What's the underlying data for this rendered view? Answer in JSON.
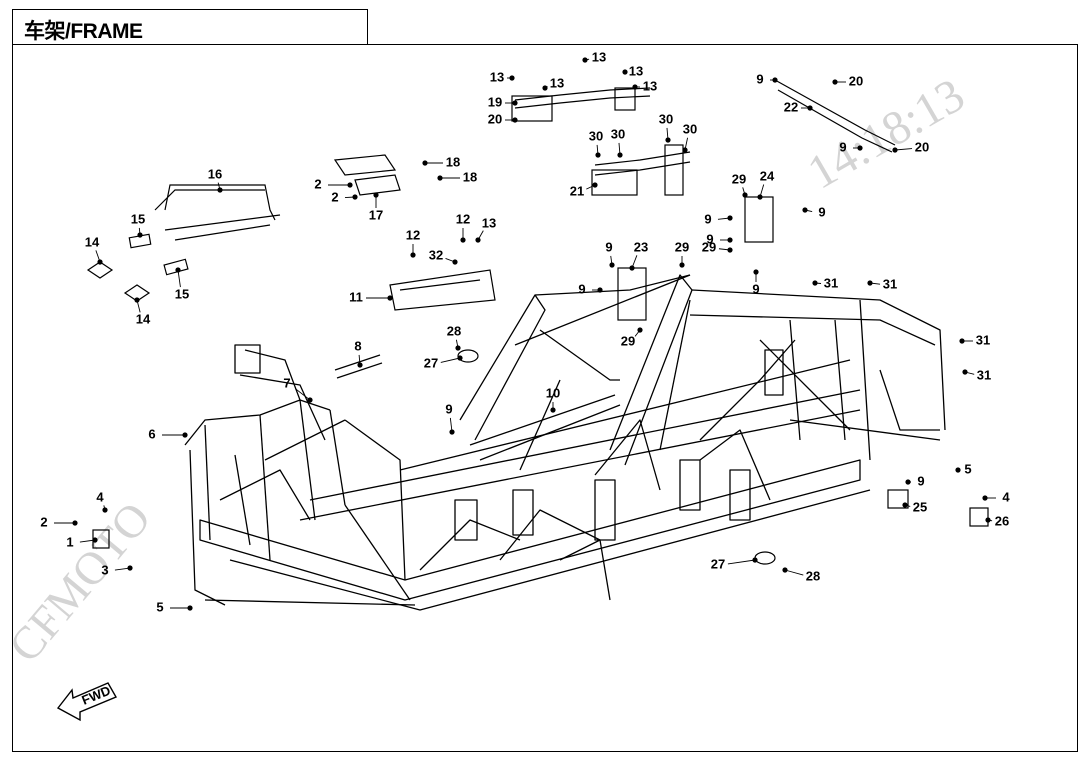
{
  "title": "车架/FRAME",
  "watermark": {
    "brand": "CFMOTO",
    "time": "14:18:13"
  },
  "fwd_label": "FWD",
  "callouts": [
    "1",
    "2",
    "2",
    "2",
    "3",
    "4",
    "4",
    "5",
    "5",
    "6",
    "7",
    "8",
    "9",
    "9",
    "9",
    "9",
    "9",
    "9",
    "9",
    "9",
    "9",
    "9",
    "10",
    "11",
    "12",
    "12",
    "13",
    "13",
    "13",
    "13",
    "13",
    "13",
    "14",
    "14",
    "15",
    "15",
    "16",
    "17",
    "18",
    "18",
    "19",
    "20",
    "20",
    "20",
    "21",
    "22",
    "23",
    "24",
    "25",
    "26",
    "27",
    "27",
    "28",
    "28",
    "29",
    "29",
    "29",
    "29",
    "30",
    "30",
    "30",
    "30",
    "31",
    "31",
    "31",
    "31",
    "32"
  ],
  "colors": {
    "line": "#000000",
    "watermark": "#d4d4d4",
    "background": "#ffffff"
  }
}
